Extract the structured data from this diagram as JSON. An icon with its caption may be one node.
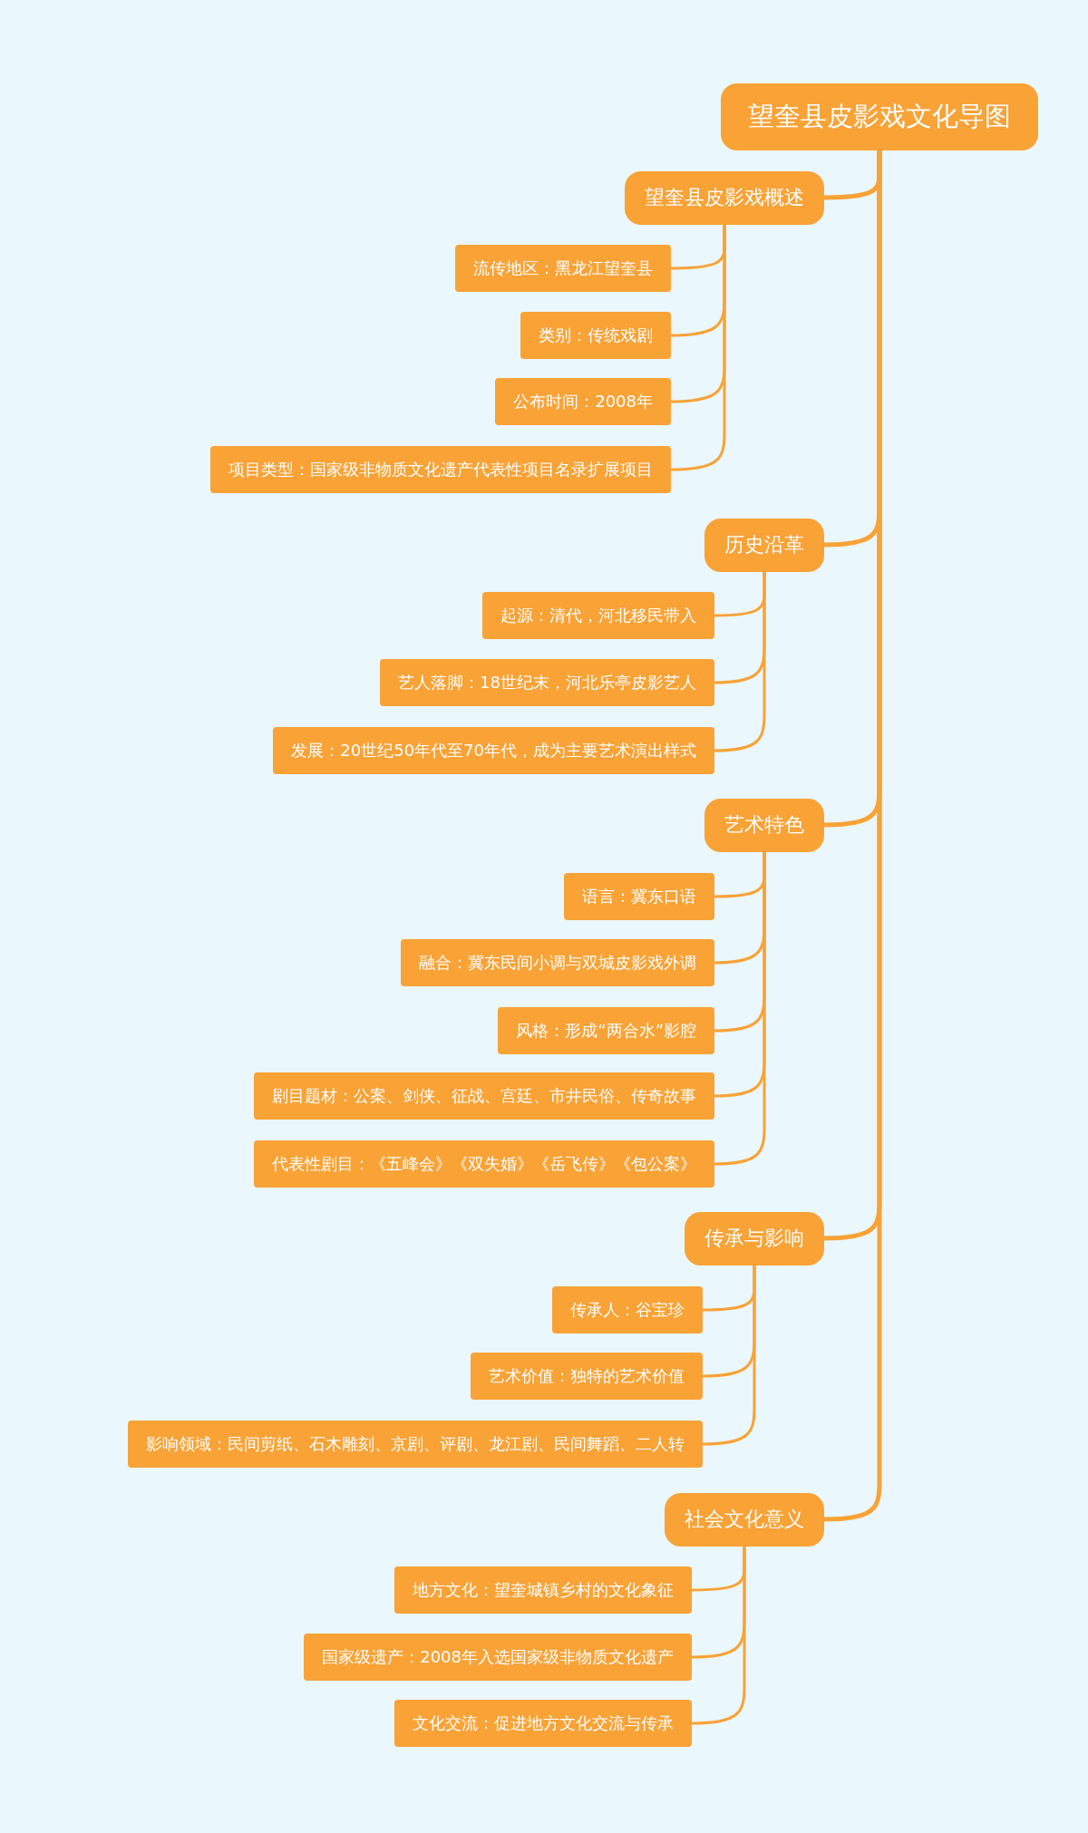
{
  "diagram": {
    "nodes": [
      {
        "text": [
          "望奎县皮影戏文化导图"
        ]
      },
      {
        "text": [
          "望奎县皮影戏概述"
        ]
      },
      {
        "text": [
          "流传地区：黑龙江望奎县"
        ]
      },
      {
        "text": [
          "类别：传统戏剧"
        ]
      },
      {
        "text": [
          "公布时间：2008年"
        ]
      },
      {
        "text": [
          "项目类型：国家级非物质文化遗产代表性项目名录扩展项目"
        ]
      },
      {
        "text": [
          "历史沿革"
        ]
      },
      {
        "text": [
          "起源：清代，河北移民带入"
        ]
      },
      {
        "text": [
          "艺人落脚：18世纪末，河北乐亭皮影艺人"
        ]
      },
      {
        "text": [
          "发展：20世纪50年代至70年代，成为主要艺术演出样式"
        ]
      },
      {
        "text": [
          "艺术特色"
        ]
      },
      {
        "text": [
          "语言：冀东口语"
        ]
      },
      {
        "text": [
          "融合：冀东民间小调与双城皮影戏外调"
        ]
      },
      {
        "text": [
          "风格：形成“两合水”影腔"
        ]
      },
      {
        "text": [
          "剧目题材：公案、剑侠、征战、宫廷、市井民俗、传奇故事"
        ]
      },
      {
        "text": [
          "代表性剧目：《五峰会》《双失婚》《岳飞传》《包公案》"
        ]
      },
      {
        "text": [
          "传承与影响"
        ]
      },
      {
        "text": [
          "传承人：谷宝珍"
        ]
      },
      {
        "text": [
          "艺术价值：独特的艺术价值"
        ]
      },
      {
        "text": [
          "影响领域：民间剪纸、石木雕刻、京剧、评剧、龙江剧、民间舞蹈、二人转"
        ]
      },
      {
        "text": [
          "社会文化意义"
        ]
      },
      {
        "text": [
          "地方文化：望奎城镇乡村的文化象征"
        ]
      },
      {
        "text": [
          "国家级遗产：2008年入选国家级非物质文化遗产"
        ]
      },
      {
        "text": [
          "文化交流：促进地方文化交流与传承"
        ]
      }
    ],
    "edges": [
      {
        "from": 0,
        "to": 1,
        "arrow": "none"
      },
      {
        "from": 1,
        "to": 2,
        "arrow": "none"
      },
      {
        "from": 1,
        "to": 3,
        "arrow": "none"
      },
      {
        "from": 1,
        "to": 4,
        "arrow": "none"
      },
      {
        "from": 1,
        "to": 5,
        "arrow": "none"
      },
      {
        "from": 0,
        "to": 6,
        "arrow": "none"
      },
      {
        "from": 6,
        "to": 7,
        "arrow": "none"
      },
      {
        "from": 6,
        "to": 8,
        "arrow": "none"
      },
      {
        "from": 6,
        "to": 9,
        "arrow": "none"
      },
      {
        "from": 0,
        "to": 10,
        "arrow": "none"
      },
      {
        "from": 10,
        "to": 11,
        "arrow": "none"
      },
      {
        "from": 10,
        "to": 12,
        "arrow": "none"
      },
      {
        "from": 10,
        "to": 13,
        "arrow": "none"
      },
      {
        "from": 10,
        "to": 14,
        "arrow": "none"
      },
      {
        "from": 10,
        "to": 15,
        "arrow": "none"
      },
      {
        "from": 0,
        "to": 16,
        "arrow": "none"
      },
      {
        "from": 16,
        "to": 17,
        "arrow": "none"
      },
      {
        "from": 16,
        "to": 18,
        "arrow": "none"
      },
      {
        "from": 16,
        "to": 19,
        "arrow": "none"
      },
      {
        "from": 0,
        "to": 20,
        "arrow": "none"
      },
      {
        "from": 20,
        "to": 21,
        "arrow": "none"
      },
      {
        "from": 20,
        "to": 22,
        "arrow": "none"
      },
      {
        "from": 20,
        "to": 23,
        "arrow": "none"
      }
    ]
  }
}
